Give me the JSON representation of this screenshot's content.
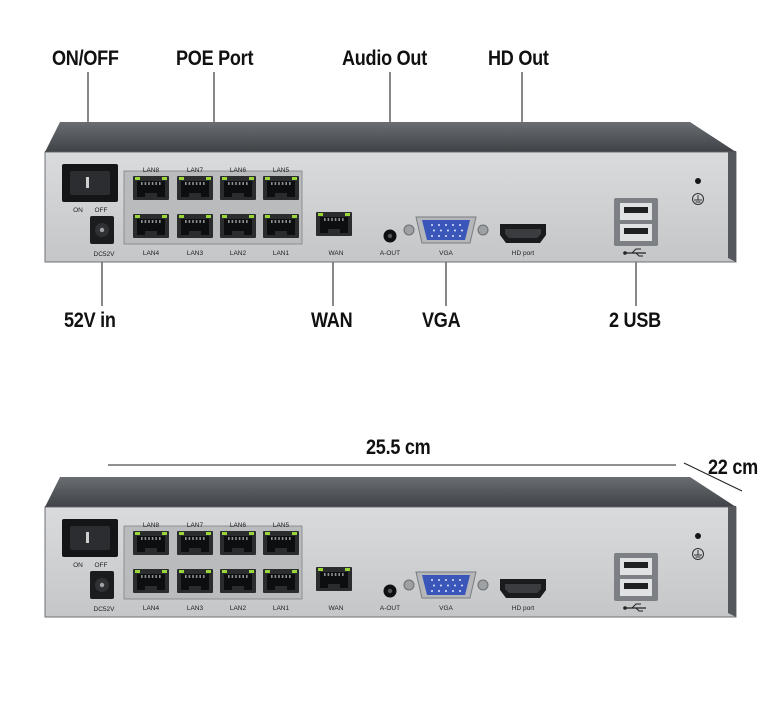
{
  "callouts": {
    "on_off": "ON/OFF",
    "poe_port": "POE Port",
    "audio_out": "Audio Out",
    "hd_out": "HD Out",
    "power_in": "52V in",
    "wan": "WAN",
    "vga": "VGA",
    "usb": "2 USB"
  },
  "dimensions": {
    "width": "25.5 cm",
    "depth": "22 cm"
  },
  "panel_labels": {
    "on": "ON",
    "off": "OFF",
    "dc": "DC52V",
    "lan_top": [
      "LAN8",
      "LAN7",
      "LAN6",
      "LAN5"
    ],
    "lan_bottom": [
      "LAN4",
      "LAN3",
      "LAN2",
      "LAN1"
    ],
    "wan": "WAN",
    "aout": "A-OUT",
    "vga": "VGA",
    "hd": "HD port"
  },
  "colors": {
    "chassis_top": "#55595d",
    "panel": "#cfd1d3",
    "vga_blue": "#3a56b8",
    "led_green": "#9ad63a"
  }
}
